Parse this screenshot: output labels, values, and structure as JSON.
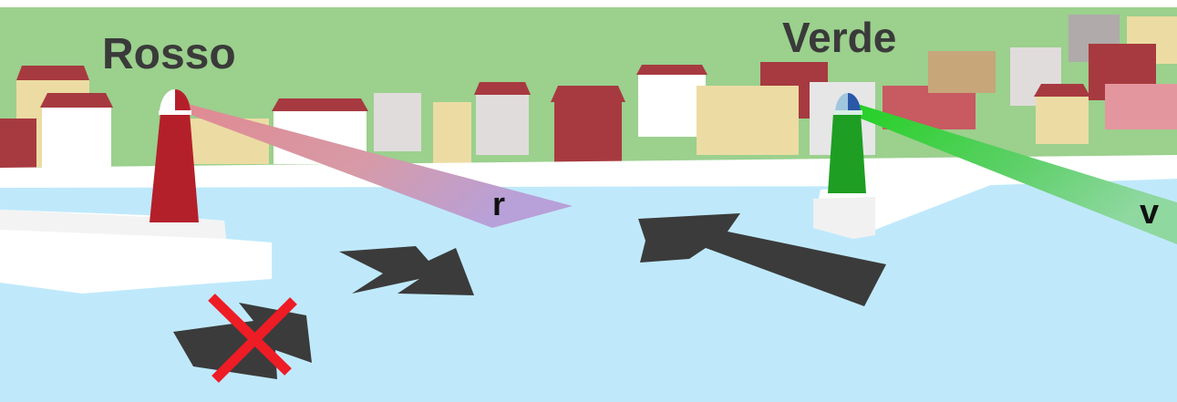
{
  "labels": {
    "left_light": "Rosso",
    "right_light": "Verde",
    "left_beam_letter": "r",
    "right_beam_letter": "v"
  },
  "colors": {
    "sky": "#9bd08d",
    "water": "#bfe9fb",
    "quay": "#ffffff",
    "red_lighthouse": "#b4202a",
    "green_lighthouse": "#1e9e22",
    "arrow": "#3b3b3b",
    "forbidden_cross": "#ee1c25"
  },
  "icons": {
    "correct_entry": "arrow-right-icon",
    "correct_exit": "arrow-left-icon",
    "wrong_entry": "cross-icon"
  }
}
